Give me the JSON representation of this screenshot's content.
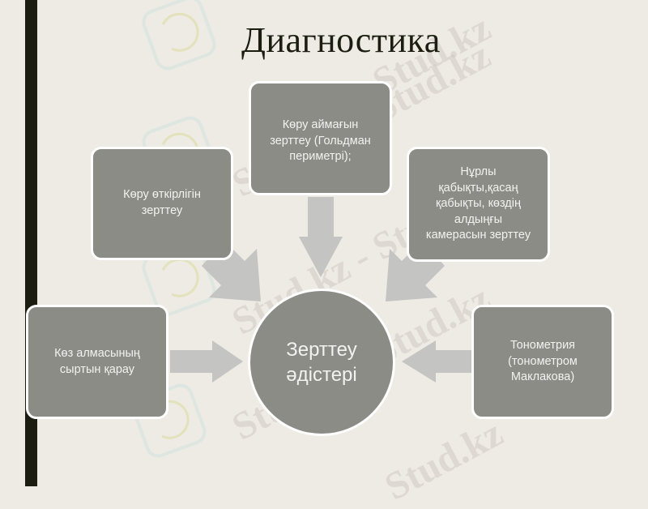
{
  "slide": {
    "title": "Диагностика",
    "colors": {
      "background": "#eeebe4",
      "accent_bar": "#1b1d10",
      "box_fill": "#8c8c86",
      "box_border": "#ffffff",
      "arrow": "#c4c4c2",
      "text_light": "#f2f2ee"
    }
  },
  "diagram": {
    "center": {
      "label": "Зерттеу\nәдістері"
    },
    "nodes": [
      {
        "id": "top",
        "label": "Көру аймағын\nзерттеу (Гольдман\nпериметрі);"
      },
      {
        "id": "upper-left",
        "label": "Көру өткірлігін\nзерттеу"
      },
      {
        "id": "upper-right",
        "label": "Нұрлы\nқабықты,қасаң\nқабықты, көздің\nалдыңғы\nкамерасын зерттеу"
      },
      {
        "id": "left",
        "label": "Көз алмасының\nсыртын қарау"
      },
      {
        "id": "right",
        "label": "Тонометрия\n(тонометром\nМаклакова)"
      }
    ]
  },
  "watermark": {
    "text": "Stud.kz",
    "text_alt": "Stud.kz - Stud.kz"
  }
}
